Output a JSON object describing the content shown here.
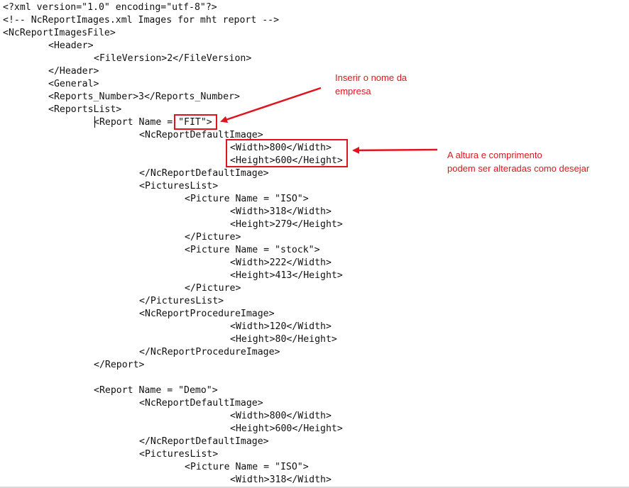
{
  "code_lines": [
    {
      "indent": 0,
      "text": "<?xml version=\"1.0\" encoding=\"utf-8\"?>"
    },
    {
      "indent": 0,
      "text": "<!-- NcReportImages.xml Images for mht report -->"
    },
    {
      "indent": 0,
      "text": "<NcReportImagesFile>"
    },
    {
      "indent": 1,
      "text": "<Header>"
    },
    {
      "indent": 2,
      "text": "<FileVersion>2</FileVersion>"
    },
    {
      "indent": 1,
      "text": "</Header>"
    },
    {
      "indent": 1,
      "text": "<General>"
    },
    {
      "indent": 1,
      "text": "<Reports_Number>3</Reports_Number>"
    },
    {
      "indent": 1,
      "text": "<ReportsList>"
    },
    {
      "indent": 2,
      "text": "<Report Name = \"FIT\">"
    },
    {
      "indent": 3,
      "text": "<NcReportDefaultImage>"
    },
    {
      "indent": 5,
      "text": "<Width>800</Width>"
    },
    {
      "indent": 5,
      "text": "<Height>600</Height>"
    },
    {
      "indent": 3,
      "text": "</NcReportDefaultImage>"
    },
    {
      "indent": 3,
      "text": "<PicturesList>"
    },
    {
      "indent": 4,
      "text": "<Picture Name = \"ISO\">"
    },
    {
      "indent": 5,
      "text": "<Width>318</Width>"
    },
    {
      "indent": 5,
      "text": "<Height>279</Height>"
    },
    {
      "indent": 4,
      "text": "</Picture>"
    },
    {
      "indent": 4,
      "text": "<Picture Name = \"stock\">"
    },
    {
      "indent": 5,
      "text": "<Width>222</Width>"
    },
    {
      "indent": 5,
      "text": "<Height>413</Height>"
    },
    {
      "indent": 4,
      "text": "</Picture>"
    },
    {
      "indent": 3,
      "text": "</PicturesList>"
    },
    {
      "indent": 3,
      "text": "<NcReportProcedureImage>"
    },
    {
      "indent": 5,
      "text": "<Width>120</Width>"
    },
    {
      "indent": 5,
      "text": "<Height>80</Height>"
    },
    {
      "indent": 3,
      "text": "</NcReportProcedureImage>"
    },
    {
      "indent": 2,
      "text": "</Report>"
    },
    {
      "indent": 0,
      "text": ""
    },
    {
      "indent": 2,
      "text": "<Report Name = \"Demo\">"
    },
    {
      "indent": 3,
      "text": "<NcReportDefaultImage>"
    },
    {
      "indent": 5,
      "text": "<Width>800</Width>"
    },
    {
      "indent": 5,
      "text": "<Height>600</Height>"
    },
    {
      "indent": 3,
      "text": "</NcReportDefaultImage>"
    },
    {
      "indent": 3,
      "text": "<PicturesList>"
    },
    {
      "indent": 4,
      "text": "<Picture Name = \"ISO\">"
    },
    {
      "indent": 5,
      "text": "<Width>318</Width>"
    }
  ],
  "annotations": {
    "company_name_line1": "Inserir o nome da",
    "company_name_line2": "empresa",
    "size_line1": "A altura e comprimento",
    "size_line2": "podem ser alteradas como desejar"
  },
  "colors": {
    "highlight": "#e0141e",
    "text": "#111111"
  }
}
